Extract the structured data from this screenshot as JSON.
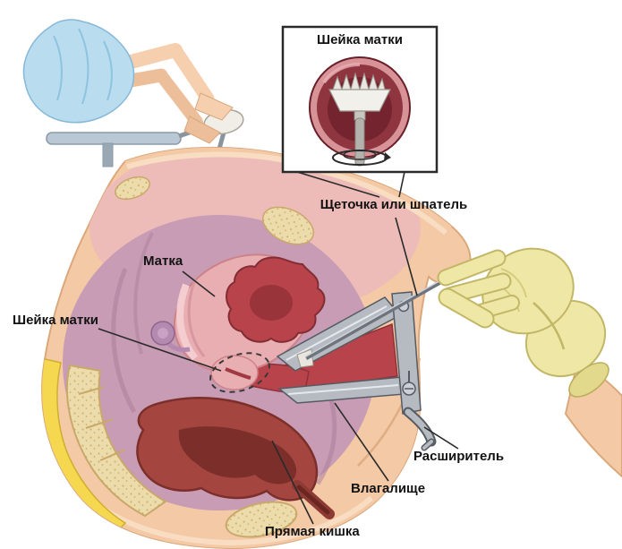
{
  "inset": {
    "title": "Шейка матки"
  },
  "labels": {
    "brush": "Щеточка или шпатель",
    "uterus": "Матка",
    "cervix": "Шейка матки",
    "speculum": "Расширитель",
    "vagina": "Влагалище",
    "rectum": "Прямая кишка"
  },
  "colors": {
    "skin": "#f3c9a6",
    "glove": "#efe7a6",
    "muscle_mauve": "#c79cb4",
    "organ_red": "#b8434b",
    "bone": "#ecdcab",
    "drape_blue": "#b9dcee",
    "metal": "#b6bac1",
    "fat_yellow": "#f5d84f"
  }
}
